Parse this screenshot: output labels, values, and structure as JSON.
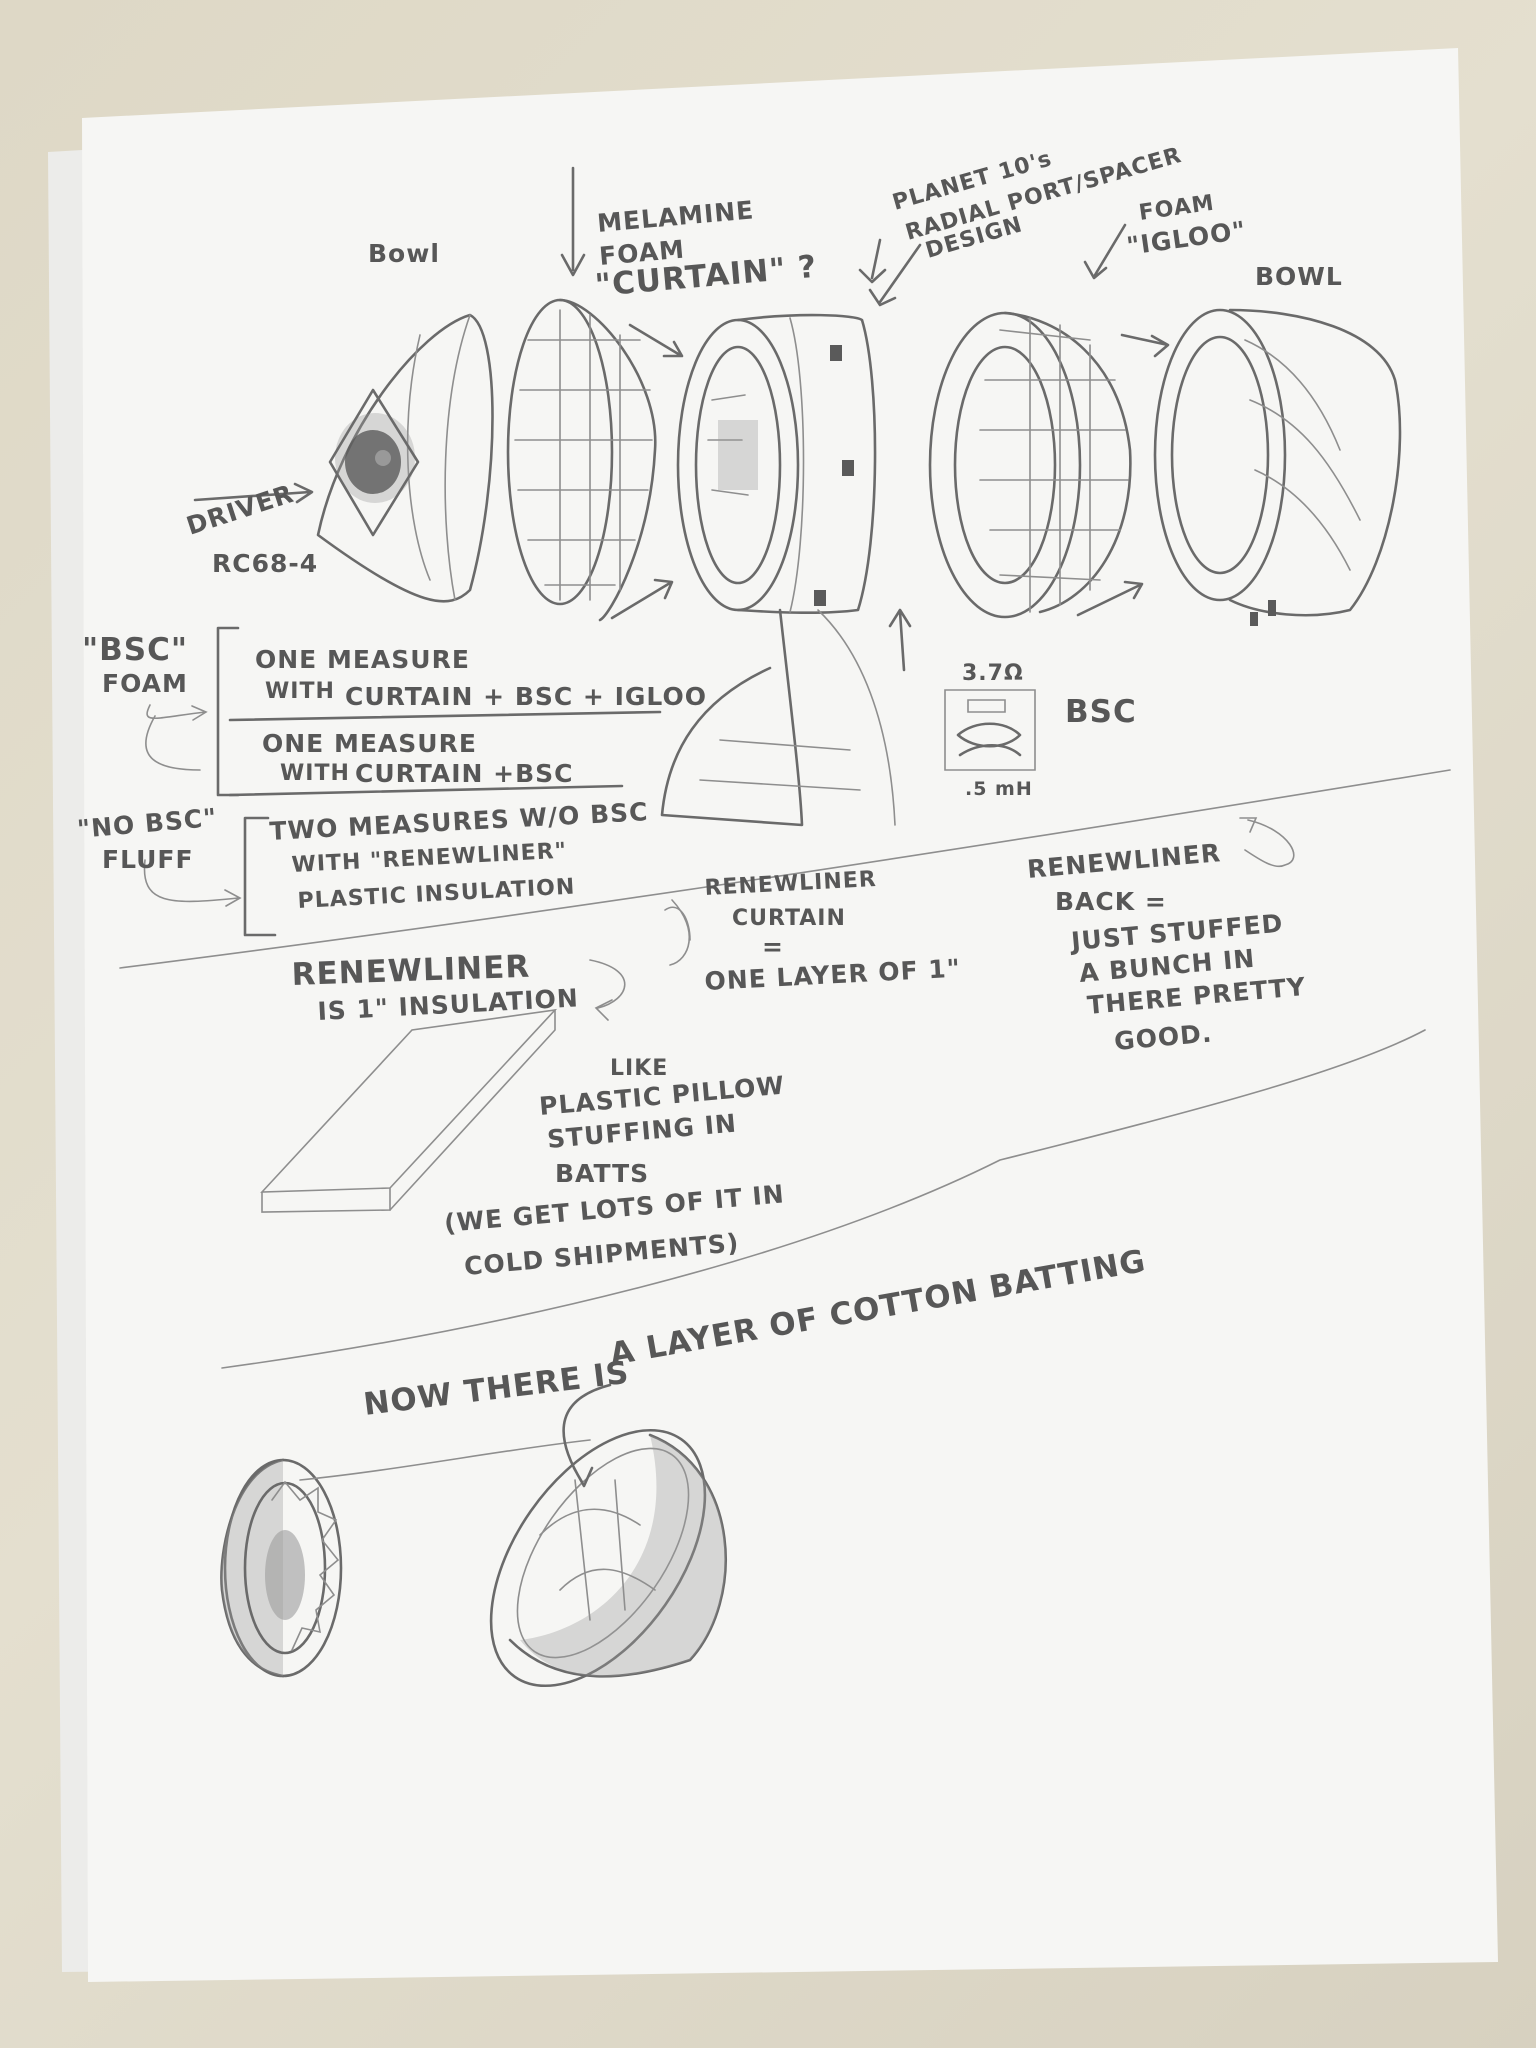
{
  "labels": {
    "bowl_left": "Bowl",
    "melamine_1": "MELAMINE",
    "melamine_2": "FOAM",
    "melamine_3": "\"CURTAIN\" ?",
    "planet_1": "PLANET 10's",
    "planet_2": "RADIAL PORT/SPACER",
    "planet_3": "DESIGN",
    "igloo_1": "FOAM",
    "igloo_2": "\"IGLOO\"",
    "bowl_right": "BOWL",
    "driver": "DRIVER",
    "driver_model": "RC68-4",
    "bsc_foam_1": "\"BSC\"",
    "bsc_foam_2": "FOAM",
    "m1_line1": "ONE MEASURE",
    "m1_line2": "WITH",
    "m1_line3": "CURTAIN + BSC + IGLOO",
    "m2_line1": "ONE MEASURE",
    "m2_line2": "WITH",
    "m2_line3": "CURTAIN +BSC",
    "nobsc_1": "\"NO BSC\"",
    "nobsc_2": "FLUFF",
    "m3_line1": "TWO MEASURES W/O BSC",
    "m3_line2": "WITH \"RENEWLINER\"",
    "m3_line3": "PLASTIC INSULATION",
    "bsc_resistor": "3.7Ω",
    "bsc_inductor": ".5 mH",
    "bsc_label": "BSC",
    "rc_1": "RENEWLINER",
    "rc_2": "CURTAIN",
    "rc_3": "=",
    "rc_4": "ONE LAYER OF 1\"",
    "rb_1": "RENEWLINER",
    "rb_2": "BACK =",
    "rb_3": "JUST STUFFED",
    "rb_4": "A BUNCH IN",
    "rb_5": "THERE PRETTY",
    "rb_6": "GOOD.",
    "ins_1": "RENEWLINER",
    "ins_2": "IS 1\" INSULATION",
    "pillow_1": "LIKE",
    "pillow_2": "PLASTIC PILLOW",
    "pillow_3": "STUFFING IN",
    "pillow_4": "BATTS",
    "ship_1": "(WE GET LOTS OF IT IN",
    "ship_2": "COLD SHIPMENTS)",
    "cotton_1": "A LAYER OF COTTON BATTING",
    "cotton_2": "NOW THERE IS"
  }
}
